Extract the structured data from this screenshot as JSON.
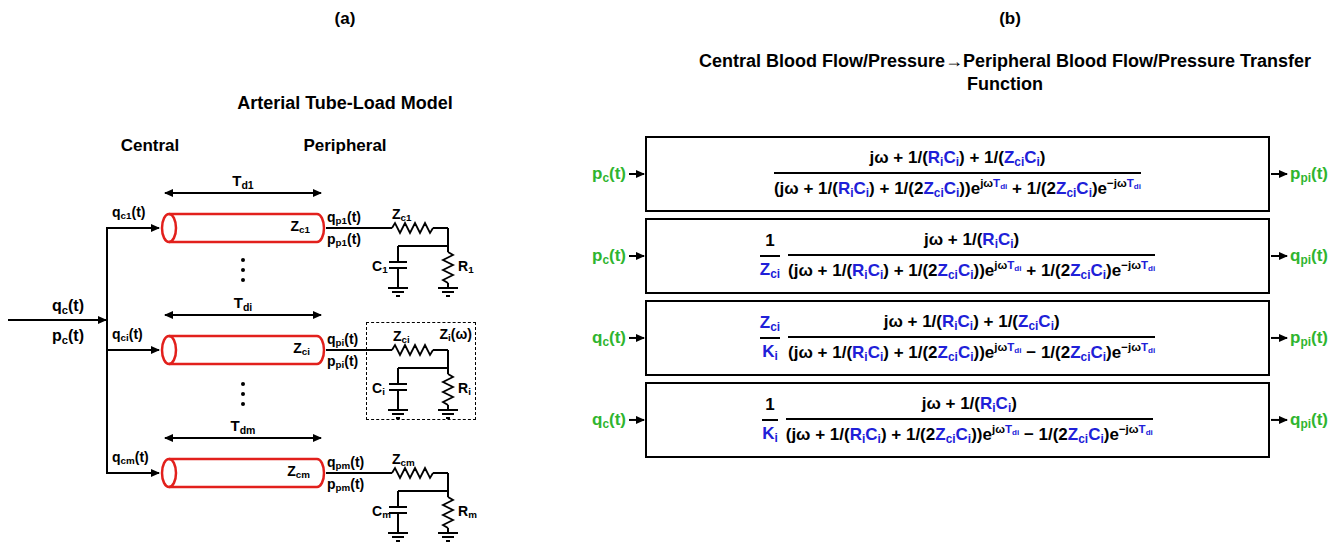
{
  "diagram": {
    "nodes": [
      {
        "text": [
          "Zc1"
        ]
      },
      {
        "text": [
          "Zci"
        ]
      },
      {
        "text": [
          "Zcm"
        ]
      },
      {
        "text": [
          "Zci",
          "Ci",
          "Ri",
          "Zi(ω)"
        ]
      },
      {
        "text": [
          "jω + 1/(RiCi) + 1/(ZciCi)",
          "(jω + 1/(RiCi) + 1/(2ZciCi))ejωTdi + 1/(2ZciCi)e−jωTdi"
        ]
      },
      {
        "text": [
          "1",
          "Zci",
          "jω + 1/(RiCi)",
          "(jω + 1/(RiCi) + 1/(2ZciCi))ejωTdi + 1/(2ZciCi)e−jωTdi"
        ]
      },
      {
        "text": [
          "Zci",
          "Ki",
          "jω + 1/(RiCi) + 1/(ZciCi)",
          "(jω + 1/(RiCi) + 1/(2ZciCi))ejωTdi − 1/(2ZciCi)e−jωTdi"
        ]
      },
      {
        "text": [
          "1",
          "Ki",
          "jω + 1/(RiCi)",
          "(jω + 1/(RiCi) + 1/(2ZciCi))ejωTdi − 1/(2ZciCi)e−jωTdi"
        ]
      }
    ],
    "edges": [
      {
        "from": 1,
        "to": 3,
        "arrow": "none"
      }
    ],
    "labels": [
      "(a)",
      "(b)",
      "Arterial Tube-Load Model",
      "Central Blood Flow/Pressure→Peripheral Blood Flow/Pressure Transfer Function",
      "Central",
      "Peripheral",
      "qc(t)",
      "pc(t)",
      "Td1",
      "qc1(t)",
      "qp1(t)",
      "pp1(t)",
      "Zc1",
      "C1",
      "R1",
      "Tdi",
      "qci(t)",
      "qpi(t)",
      "ppi(t)",
      "Tdm",
      "qcm(t)",
      "qpm(t)",
      "ppm(t)",
      "Zcm",
      "Cm",
      "Rm",
      "pc(t)",
      "ppi(t)",
      "pc(t)",
      "qpi(t)",
      "qc(t)",
      "ppi(t)",
      "qc(t)",
      "qpi(t)"
    ]
  }
}
